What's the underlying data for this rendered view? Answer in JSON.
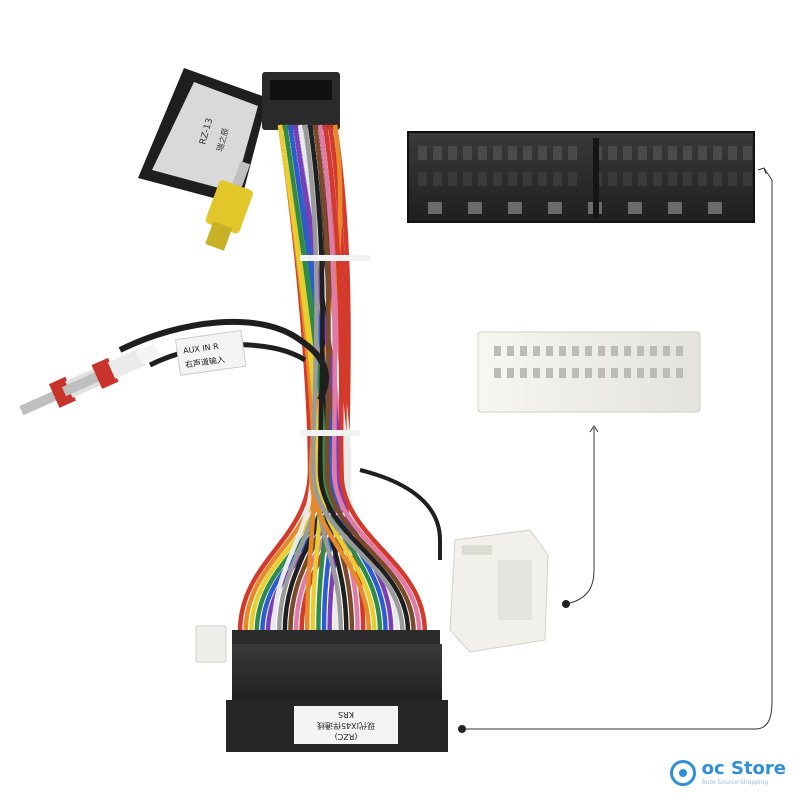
{
  "photo": {
    "subject": "car stereo wiring harness with connectors",
    "colors": {
      "background": "#ffffff",
      "connector_dark": "#2c2c2c",
      "connector_white": "#f2f1ec",
      "cable_black": "#222222",
      "rca_red": "#c8332b",
      "rca_white": "#e8e8e8",
      "rca_yellow": "#e3c62a",
      "arrow": "#333333"
    },
    "wires": [
      "red",
      "orange",
      "yellow",
      "green",
      "blue",
      "violet",
      "white",
      "grey",
      "black",
      "brown",
      "pink"
    ]
  },
  "labels": {
    "main_connector_label_line1": "(RZC)",
    "main_connector_label_line2": "现代IX45伴通线",
    "main_connector_label_line3": "KRS",
    "aux_tag_line1": "AUX IN R",
    "aux_tag_line2": "右声道输入",
    "module_label": "RZ-13",
    "module_brand": "瑞之辰"
  },
  "watermark": {
    "brand": "oc Store",
    "tagline": "Auto Source Shopping"
  }
}
